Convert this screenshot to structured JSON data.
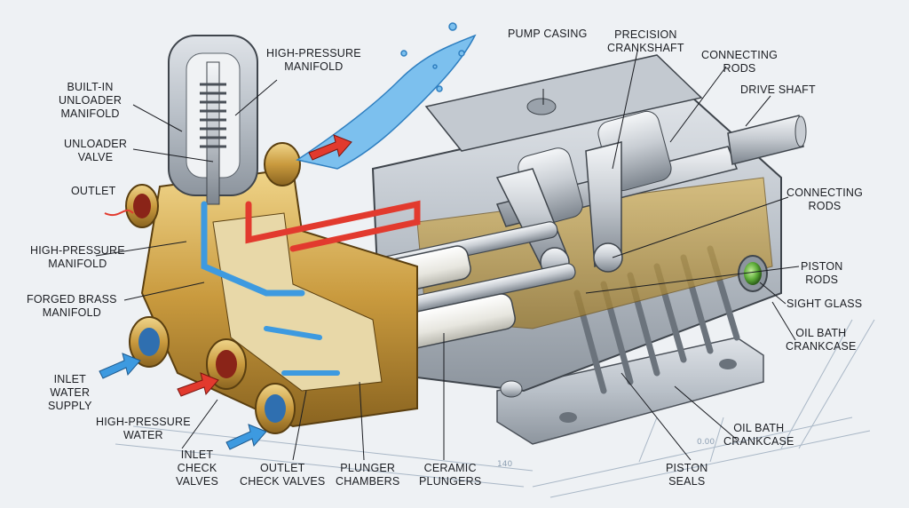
{
  "labels": {
    "built_in_unloader_manifold": "BUILT-IN\nUNLOADER\nMANIFOLD",
    "unloader_valve": "UNLOADER\nVALVE",
    "outlet": "OUTLET",
    "high_pressure_manifold_left": "HIGH-PRESSURE\nMANIFOLD",
    "forged_brass_manifold": "FORGED BRASS\nMANIFOLD",
    "inlet_water_supply": "INLET\nWATER\nSUPPLY",
    "high_pressure_water": "HIGH-PRESSURE\nWATER",
    "inlet_check_valves": "INLET\nCHECK\nVALVES",
    "outlet_check_valves": "OUTLET\nCHECK VALVES",
    "plunger_chambers": "PLUNGER\nCHAMBERS",
    "ceramic_plungers": "CERAMIC\nPLUNGERS",
    "piston_seals": "PISTON\nSEALS",
    "oil_bath_crankcase_bottom": "OIL BATH\nCRANKCASE",
    "oil_bath_crankcase_right": "OIL BATH\nCRANKCASE",
    "sight_glass": "SIGHT GLASS",
    "piston_rods": "PISTON\nRODS",
    "connecting_rods_right": "CONNECTING\nRODS",
    "drive_shaft": "DRIVE SHAFT",
    "connecting_rods_top": "CONNECTING\nRODS",
    "precision_crankshaft": "PRECISION\nCRANKSHAFT",
    "pump_casing": "PUMP CASING",
    "high_pressure_manifold_top": "HIGH-PRESSURE\nMANIFOLD"
  },
  "colors": {
    "background": "#eef1f4",
    "aluminum": "#b9c0c8",
    "aluminum_dark": "#7f8892",
    "brass": "#c99a3e",
    "brass_light": "#e8c877",
    "water": "#3d9ae0",
    "high_pressure_flow": "#e23a2e",
    "oil": "#c9a24a",
    "steel": "#d7dbe0",
    "ceramic": "#f2f2ee",
    "sight_glass": "#5fae3a"
  },
  "icons": {
    "inlet_arrow": "blue-arrow-icon",
    "pressure_arrow": "red-arrow-icon",
    "water_splash": "water-splash-icon"
  }
}
